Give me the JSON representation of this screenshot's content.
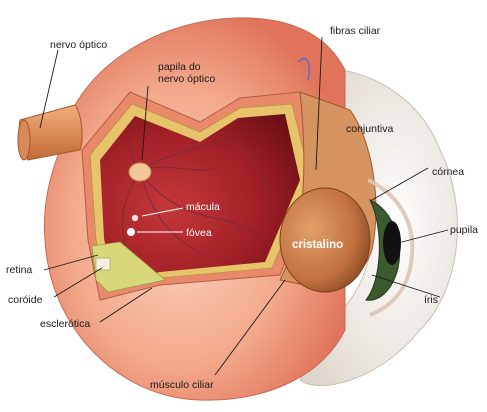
{
  "labels": {
    "nervo_optico": "nervo óptico",
    "papila_line1": "papila do",
    "papila_line2": "nervo óptico",
    "fibras_ciliar": "fibras ciliar",
    "conjuntiva": "conjuntiva",
    "cornea": "córnea",
    "macula": "mácula",
    "fovea": "fóvea",
    "cristalino": "cristalino",
    "pupila": "pupila",
    "retina": "retina",
    "coroide": "coróide",
    "esclerotica": "esclerótica",
    "iris": "íris",
    "musculo_ciliar": "músculo ciliar"
  },
  "colors": {
    "sclera": "#ef9a7c",
    "inner_chamber": "#9c1c22",
    "retina_layer": "#e7c36c",
    "choroid_patch": "#d8d87a",
    "lens": "#c97a45",
    "conjunctiva": "#f2ede6"
  }
}
